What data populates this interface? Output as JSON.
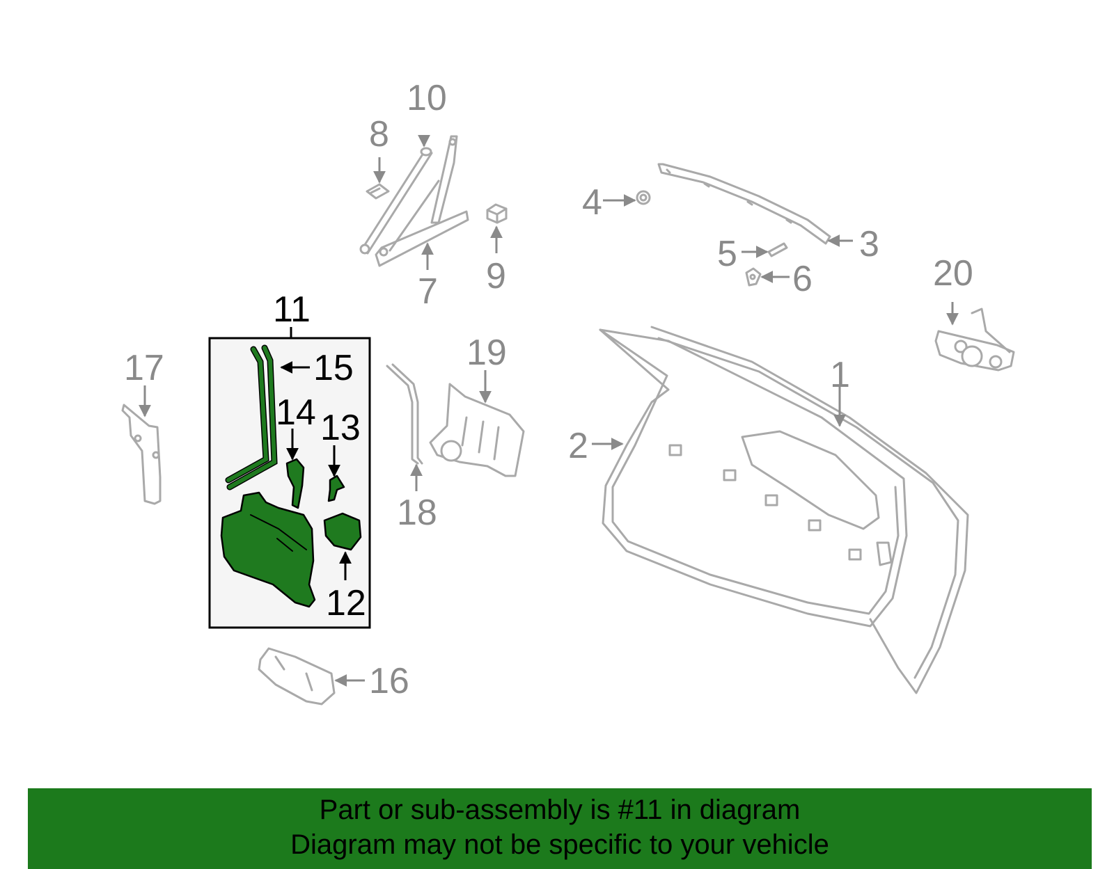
{
  "callouts": {
    "c1": "1",
    "c2": "2",
    "c3": "3",
    "c4": "4",
    "c5": "5",
    "c6": "6",
    "c7": "7",
    "c8": "8",
    "c9": "9",
    "c10": "10",
    "c11": "11",
    "c12": "12",
    "c13": "13",
    "c14": "14",
    "c15": "15",
    "c16": "16",
    "c17": "17",
    "c18": "18",
    "c19": "19",
    "c20": "20"
  },
  "highlighted_part": "11",
  "colors": {
    "highlight": "#1f7a1f",
    "parts": "#a9a9a9",
    "labels": "#8a8a8a",
    "banner": "#1c7a1c"
  },
  "footer": {
    "line1": "Part or sub-assembly is #11 in diagram",
    "line2": "Diagram may not be specific to your vehicle"
  }
}
